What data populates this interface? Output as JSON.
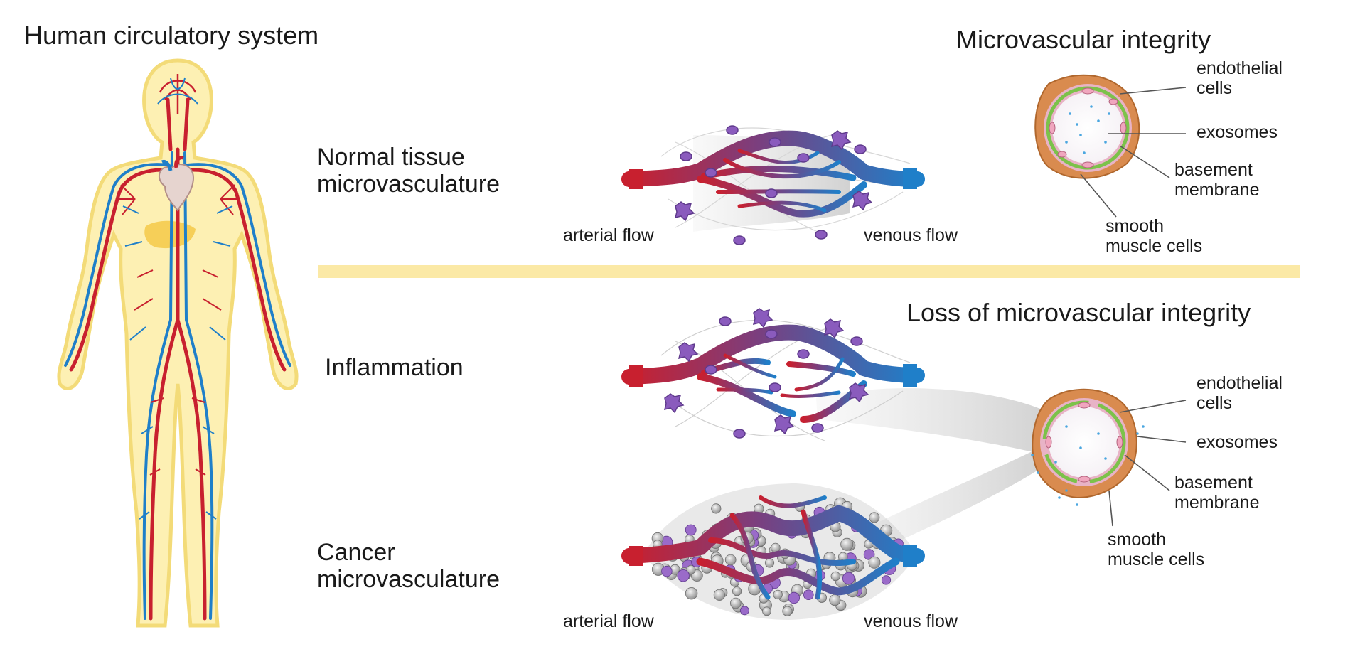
{
  "body_panel": {
    "title": "Human circulatory system"
  },
  "top_row": {
    "row_label": "Normal tissue\nmicrovasculature",
    "section_title": "Microvascular integrity",
    "arterial_label": "arterial flow",
    "venous_label": "venous flow",
    "vessel_labels": {
      "endothelial": "endothelial\ncells",
      "exosomes": "exosomes",
      "basement": "basement\nmembrane",
      "smooth": "smooth\nmuscle cells"
    }
  },
  "bottom_rows": {
    "section_title": "Loss of microvascular integrity",
    "inflammation_label": "Inflammation",
    "cancer_label": "Cancer\nmicrovasculature",
    "arterial_label": "arterial flow",
    "venous_label": "venous flow",
    "vessel_labels": {
      "endothelial": "endothelial\ncells",
      "exosomes": "exosomes",
      "basement": "basement\nmembrane",
      "smooth": "smooth\nmuscle cells"
    }
  },
  "colors": {
    "artery": "#c8202f",
    "vein": "#1f7fc9",
    "body_fill": "#fdf0b3",
    "cell_purple": "#7b4aa8",
    "basement_green": "#7cc24a",
    "divider": "#fbe9a6"
  }
}
